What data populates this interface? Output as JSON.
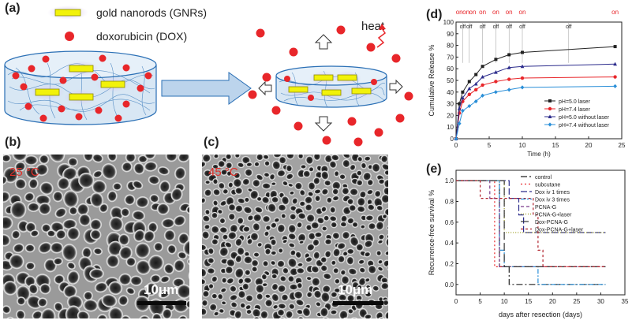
{
  "panels": {
    "a": {
      "label": "(a)",
      "legend_gnr": "gold nanorods (GNRs)",
      "legend_dox": "doxorubicin (DOX)",
      "heat_label": "heat"
    },
    "b": {
      "label": "(b)",
      "temperature": "25 °C",
      "scale_bar": "10μm"
    },
    "c": {
      "label": "(c)",
      "temperature": "45 °C",
      "scale_bar": "10μm"
    },
    "d": {
      "label": "(d)",
      "on_label": "on",
      "off_label": "off",
      "on_positions_h": [
        0.5,
        1.5,
        2.5,
        4,
        6,
        8,
        10,
        24
      ],
      "off_positions_h": [
        1,
        2,
        4,
        6,
        8,
        10,
        17
      ]
    },
    "e": {
      "label": "(e)"
    }
  },
  "colors": {
    "dox_red": "#e8262a",
    "gnr_yellow": "#f2f20a",
    "hydrogel_blue": "#2a6fb5",
    "gel_fill": "#d8e7f4",
    "arrow_fill": "#bcd4ec"
  },
  "chart_data": [
    {
      "type": "line",
      "id": "release",
      "xlabel": "Time (h)",
      "ylabel": "Cumulative Release  %",
      "xlim": [
        0,
        25
      ],
      "ylim": [
        0,
        100
      ],
      "xticks": [
        0,
        5,
        10,
        15,
        20,
        25
      ],
      "yticks": [
        0,
        10,
        20,
        30,
        40,
        50,
        60,
        70,
        80,
        90,
        100
      ],
      "x": [
        0,
        0.5,
        1,
        2,
        3,
        4,
        6,
        8,
        10,
        24
      ],
      "legend_position": "lower-right",
      "series": [
        {
          "name": "pH=5.0 laser",
          "color": "#222222",
          "marker": "square",
          "values": [
            0,
            30,
            40,
            49,
            55,
            62,
            68,
            72,
            74,
            79
          ]
        },
        {
          "name": "pH=7.4 laser",
          "color": "#e8262a",
          "marker": "circle",
          "values": [
            0,
            22,
            32,
            38,
            42,
            46,
            49,
            51,
            52,
            53
          ]
        },
        {
          "name": "pH=5.0 without laser",
          "color": "#2c2c8c",
          "marker": "triangle",
          "values": [
            0,
            26,
            35,
            43,
            47,
            53,
            57,
            61,
            62,
            64
          ]
        },
        {
          "name": "pH=7.4 without laser",
          "color": "#2a8fd8",
          "marker": "diamond",
          "values": [
            0,
            13,
            24,
            28,
            32,
            37,
            40,
            42,
            44,
            45
          ]
        }
      ]
    },
    {
      "type": "line",
      "id": "survival",
      "xlabel": "days after  resection (days)",
      "ylabel": "Recurrence-free survival %",
      "xlim": [
        0,
        35
      ],
      "ylim": [
        -0.1,
        1.1
      ],
      "xticks": [
        0,
        5,
        10,
        15,
        20,
        25,
        30,
        35
      ],
      "yticks": [
        0.0,
        0.2,
        0.4,
        0.6,
        0.8,
        1.0
      ],
      "legend_position": "top-right",
      "series": [
        {
          "name": "control",
          "color": "#222222",
          "dash": "8,3,2,3",
          "steps": [
            [
              0,
              1
            ],
            [
              9,
              1
            ],
            [
              9,
              0.17
            ],
            [
              11,
              0.17
            ],
            [
              11,
              0
            ],
            [
              31,
              0
            ]
          ]
        },
        {
          "name": "subcutane",
          "color": "#e8262a",
          "dash": "2,3",
          "steps": [
            [
              0,
              1
            ],
            [
              8,
              1
            ],
            [
              8,
              0.17
            ],
            [
              31,
              0.17
            ]
          ]
        },
        {
          "name": "Dox iv 1 times",
          "color": "#2c2c8c",
          "dash": "8,3",
          "steps": [
            [
              0,
              1
            ],
            [
              11,
              1
            ],
            [
              11,
              0.83
            ],
            [
              13,
              0.83
            ],
            [
              13,
              0.67
            ],
            [
              14,
              0.67
            ],
            [
              14,
              0.5
            ],
            [
              31,
              0.5
            ]
          ]
        },
        {
          "name": "Dox iv 3 times",
          "color": "#2a8fd8",
          "dash": "6,2,2,2",
          "steps": [
            [
              0,
              1
            ],
            [
              9,
              1
            ],
            [
              9,
              0.33
            ],
            [
              10,
              0.33
            ],
            [
              10,
              0.17
            ],
            [
              17,
              0.17
            ],
            [
              17,
              0
            ],
            [
              31,
              0
            ]
          ]
        },
        {
          "name": "PCNA-G",
          "color": "#7a3a8c",
          "dash": "4,3",
          "steps": [
            [
              0,
              1
            ],
            [
              7,
              1
            ],
            [
              7,
              0.83
            ],
            [
              9,
              0.83
            ],
            [
              9,
              0.17
            ],
            [
              31,
              0.17
            ]
          ]
        },
        {
          "name": "PCNA-G+laser",
          "color": "#9a9a1a",
          "dash": "1,2",
          "steps": [
            [
              0,
              1
            ],
            [
              10,
              1
            ],
            [
              10,
              0.5
            ],
            [
              31,
              0.5
            ]
          ]
        },
        {
          "name": "Dox-PCNA-G",
          "color": "#333333",
          "dash": "10,4",
          "steps": [
            [
              0,
              1
            ],
            [
              10,
              1
            ],
            [
              10,
              0.17
            ],
            [
              31,
              0.17
            ]
          ]
        },
        {
          "name": "Dox-PCNA-G+laser",
          "color": "#b0202a",
          "dash": "3,3",
          "steps": [
            [
              0,
              1
            ],
            [
              5,
              1
            ],
            [
              5,
              0.83
            ],
            [
              16,
              0.83
            ],
            [
              16,
              0.67
            ],
            [
              17,
              0.67
            ],
            [
              17,
              0.33
            ],
            [
              18,
              0.33
            ],
            [
              18,
              0.17
            ],
            [
              31,
              0.17
            ]
          ]
        }
      ]
    }
  ]
}
